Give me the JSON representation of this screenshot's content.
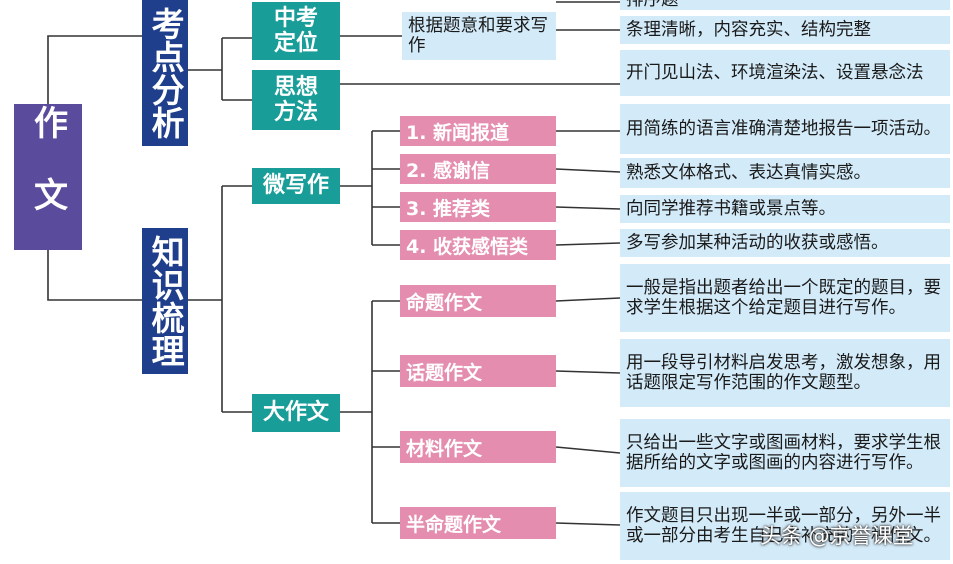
{
  "root": {
    "label": "作文"
  },
  "section_analysis": {
    "label": "考点分析",
    "positioning": {
      "label": "中考定位",
      "requirement": "根据题意和要求写作",
      "top_partial": "排序题",
      "criteria": "条理清晰，内容充实、结构完整"
    },
    "methods": {
      "label": "思想方法",
      "detail": "开门见山法、环境渲染法、设置悬念法"
    }
  },
  "section_knowledge": {
    "label": "知识梳理",
    "micro": {
      "label": "微写作",
      "items": [
        {
          "label": "1. 新闻报道",
          "desc": "用简练的语言准确清楚地报告一项活动。"
        },
        {
          "label": "2. 感谢信",
          "desc": "熟悉文体格式、表达真情实感。"
        },
        {
          "label": "3. 推荐类",
          "desc": "向同学推荐书籍或景点等。"
        },
        {
          "label": "4. 收获感悟类",
          "desc": "多写参加某种活动的收获或感悟。"
        }
      ]
    },
    "major": {
      "label": "大作文",
      "items": [
        {
          "label": "命题作文",
          "desc": "一般是指出题者给出一个既定的题目，要求学生根据这个给定题目进行写作。"
        },
        {
          "label": "话题作文",
          "desc": "用一段导引材料启发思考，激发想象，用话题限定写作范围的作文题型。"
        },
        {
          "label": "材料作文",
          "desc": "只给出一些文字或图画材料，要求学生根据所给的文字或图画的内容进行写作。"
        },
        {
          "label": "半命题作文",
          "desc": "作文题目只出现一半或一部分，另外一半或一部分由考生自己去补充的一种作文。"
        }
      ]
    }
  },
  "watermark": "头条 @京誉课堂",
  "colors": {
    "root": "#5a4b9c",
    "level1": "#1f3f8c",
    "level2": "#199d99",
    "pink": "#e48dae",
    "desc": "#d3eaf8",
    "line": "#333333"
  }
}
